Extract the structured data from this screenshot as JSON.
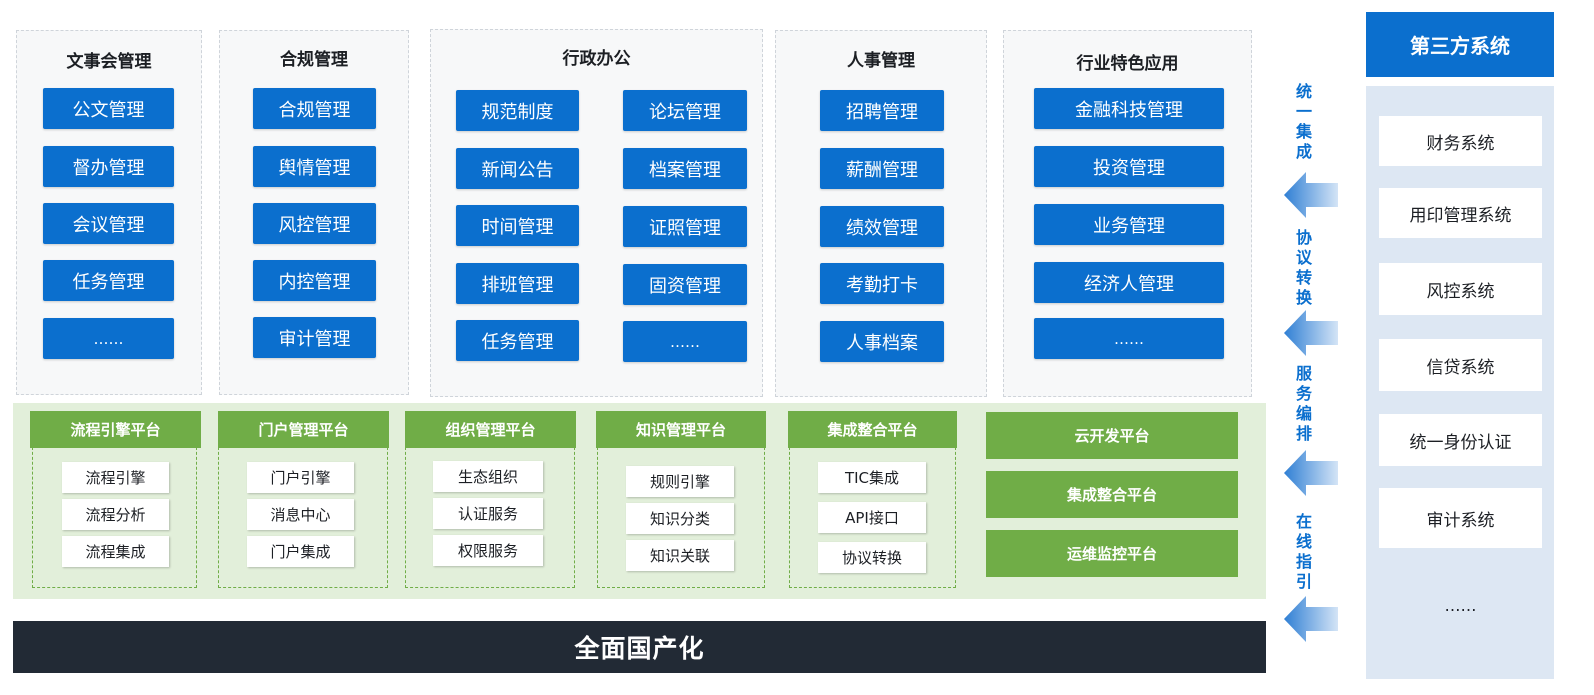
{
  "groups": [
    {
      "title": "文事会管理",
      "items": [
        "公文管理",
        "督办管理",
        "会议管理",
        "任务管理",
        "……"
      ]
    },
    {
      "title": "合规管理",
      "items": [
        "合规管理",
        "舆情管理",
        "风控管理",
        "内控管理",
        "审计管理"
      ]
    },
    {
      "title": "行政办公",
      "left_items": [
        "规范制度",
        "新闻公告",
        "时间管理",
        "排班管理",
        "任务管理"
      ],
      "right_items": [
        "论坛管理",
        "档案管理",
        "证照管理",
        "固资管理",
        "……"
      ]
    },
    {
      "title": "人事管理",
      "items": [
        "招聘管理",
        "薪酬管理",
        "绩效管理",
        "考勤打卡",
        "人事档案"
      ]
    },
    {
      "title": "行业特色应用",
      "items": [
        "金融科技管理",
        "投资管理",
        "业务管理",
        "经济人管理",
        "……"
      ]
    }
  ],
  "platforms": [
    {
      "title": "流程引擎平台",
      "items": [
        "流程引擎",
        "流程分析",
        "流程集成"
      ]
    },
    {
      "title": "门户管理平台",
      "items": [
        "门户引擎",
        "消息中心",
        "门户集成"
      ]
    },
    {
      "title": "组织管理平台",
      "items": [
        "生态组织",
        "认证服务",
        "权限服务"
      ]
    },
    {
      "title": "知识管理平台",
      "items": [
        "规则引擎",
        "知识分类",
        "知识关联"
      ]
    },
    {
      "title": "集成整合平台",
      "items": [
        "TIC集成",
        "API接口",
        "协议转换"
      ]
    }
  ],
  "green_blocks": [
    "云开发平台",
    "集成整合平台",
    "运维监控平台"
  ],
  "bottom_bar": "全面国产化",
  "arrow_labels": [
    [
      "统",
      "一",
      "集",
      "成"
    ],
    [
      "协",
      "议",
      "转",
      "换"
    ],
    [
      "服",
      "务",
      "编",
      "排"
    ],
    [
      "在",
      "线",
      "指",
      "引"
    ]
  ],
  "third_party": {
    "title": "第三方系统",
    "items": [
      "财务系统",
      "用印管理系统",
      "风控系统",
      "信贷系统",
      "统一身份认证",
      "审计系统"
    ],
    "more": "……"
  },
  "colors": {
    "blue": "#0b6fce",
    "green": "#70ad47",
    "light_green": "#e2efda",
    "dark": "#222a35",
    "panel_blue": "#dde7f3"
  }
}
